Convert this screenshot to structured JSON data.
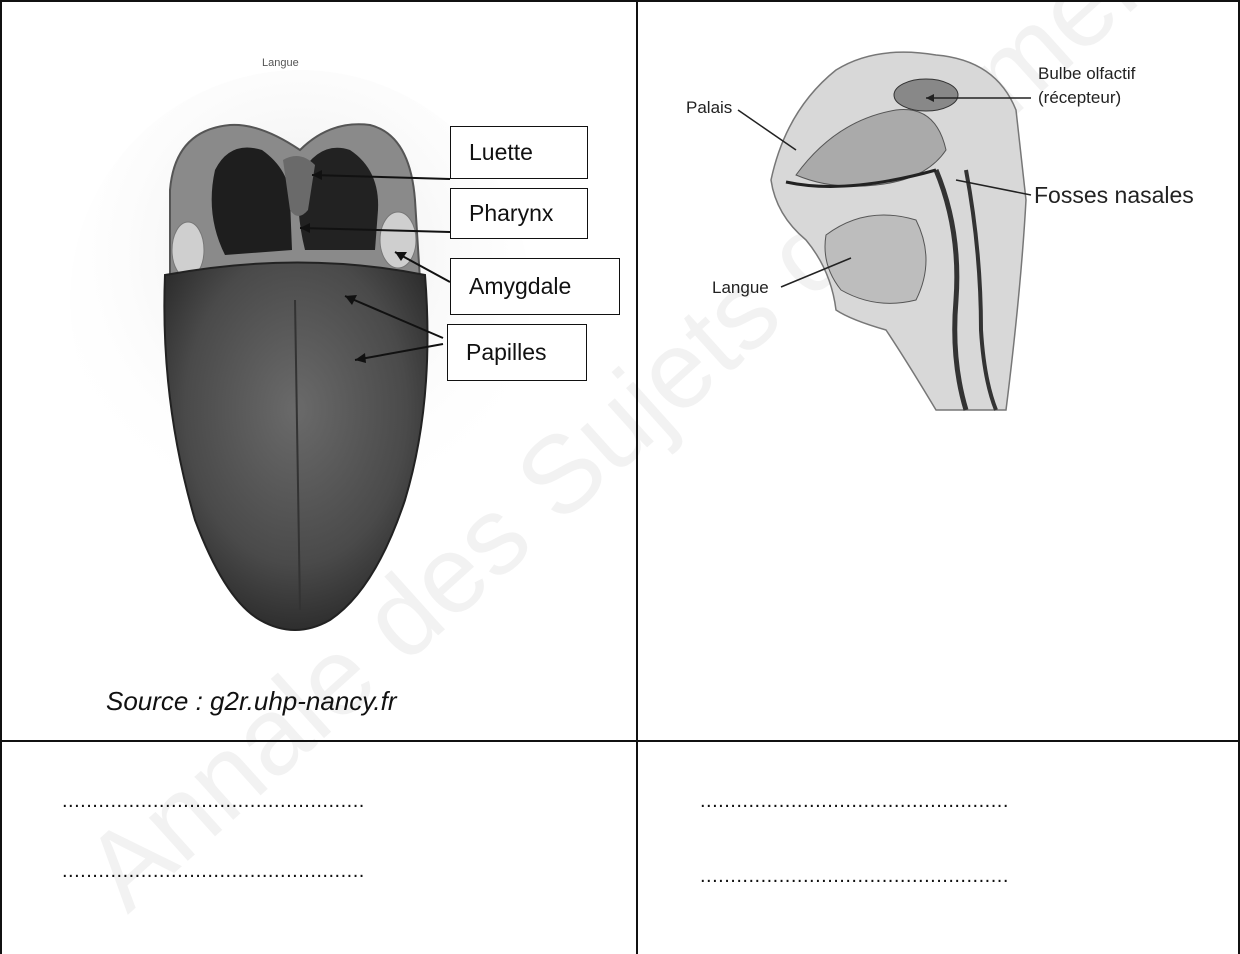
{
  "left_panel": {
    "image_title": "Langue",
    "labels": {
      "luette": "Luette",
      "pharynx": "Pharynx",
      "amygdale": "Amygdale",
      "papilles": "Papilles"
    },
    "source": "Source : g2r.uhp-nancy.fr"
  },
  "right_panel": {
    "labels": {
      "palais": "Palais",
      "bulbe": "Bulbe olfactif",
      "recepteur": "(récepteur)",
      "fosses": "Fosses nasales",
      "langue": "Langue"
    }
  },
  "answer_lines": {
    "left_1": "..................................................",
    "left_2": "..................................................",
    "right_1": "...................................................",
    "right_2": "..................................................."
  },
  "watermark": "Annale des Sujets d'Examens de l'enseignement professionnel - EN"
}
